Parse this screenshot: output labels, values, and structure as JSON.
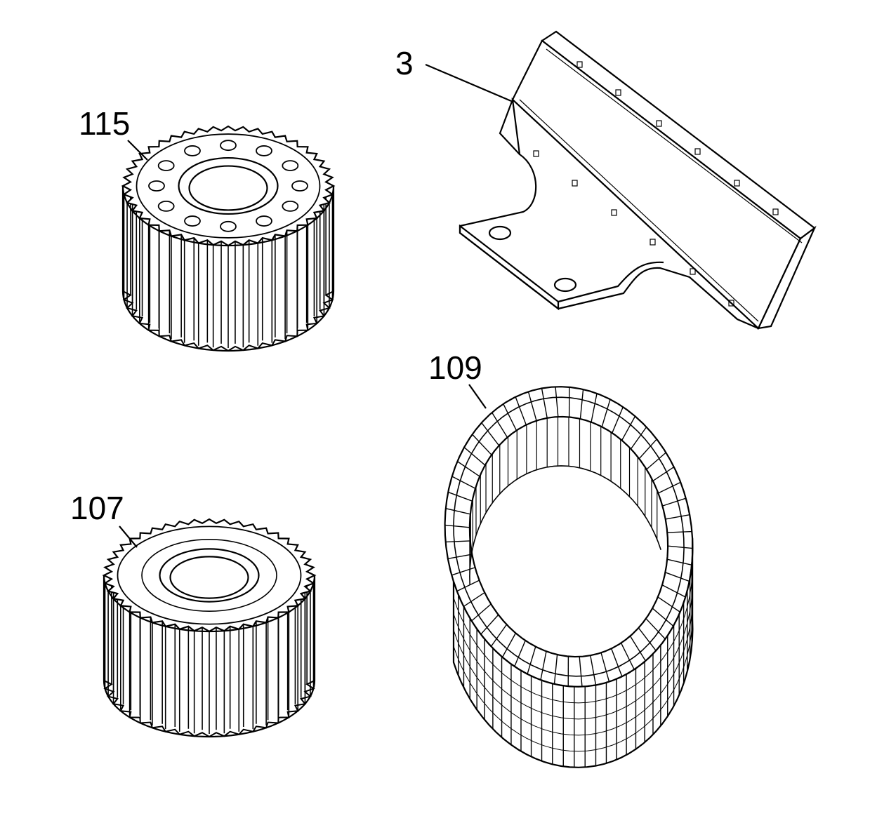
{
  "diagram": {
    "background": "#ffffff",
    "line_color": "#000000",
    "parts": [
      {
        "id": "part-3",
        "callout": "3",
        "description_icon": "bracket-plate-icon"
      },
      {
        "id": "part-115",
        "callout": "115",
        "description_icon": "gear-with-holes-icon"
      },
      {
        "id": "part-107",
        "callout": "107",
        "description_icon": "gear-icon"
      },
      {
        "id": "part-109",
        "callout": "109",
        "description_icon": "clutch-drum-icon"
      }
    ]
  }
}
